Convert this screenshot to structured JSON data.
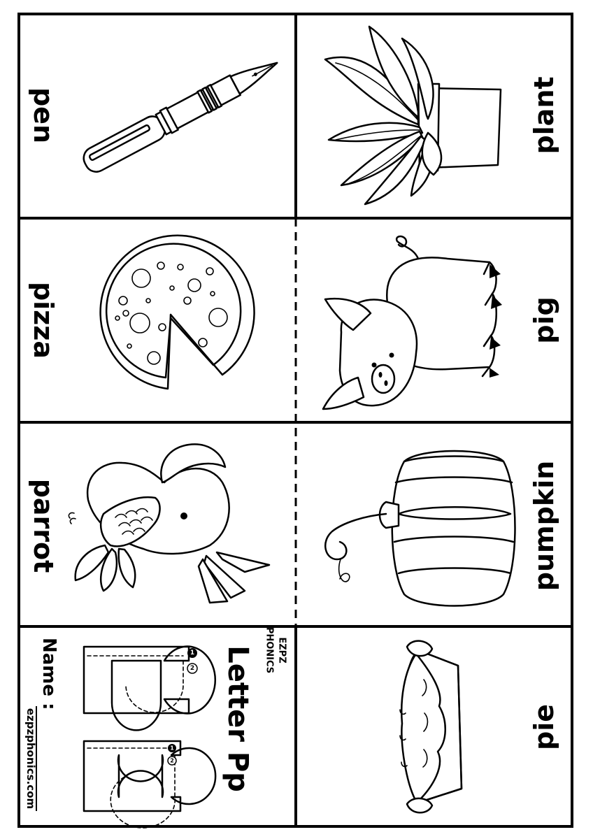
{
  "cards": {
    "pen": "pen",
    "plant": "plant",
    "pizza": "pizza",
    "pig": "pig",
    "parrot": "parrot",
    "pumpkin": "pumpkin",
    "pie": "pie"
  },
  "cover": {
    "title": "Letter Pp",
    "name_label": "Name :",
    "website": "ezpzphonics.com",
    "brand_top": "EZPZ",
    "brand_bottom": "PHONICS",
    "stroke_numbers": [
      "1",
      "2"
    ]
  },
  "icons": {
    "pen": "fountain-pen-icon",
    "plant": "potted-plant-icon",
    "pizza": "pizza-icon",
    "pig": "pig-icon",
    "parrot": "parrot-icon",
    "pumpkin": "pumpkin-icon",
    "pie": "pie-icon"
  }
}
